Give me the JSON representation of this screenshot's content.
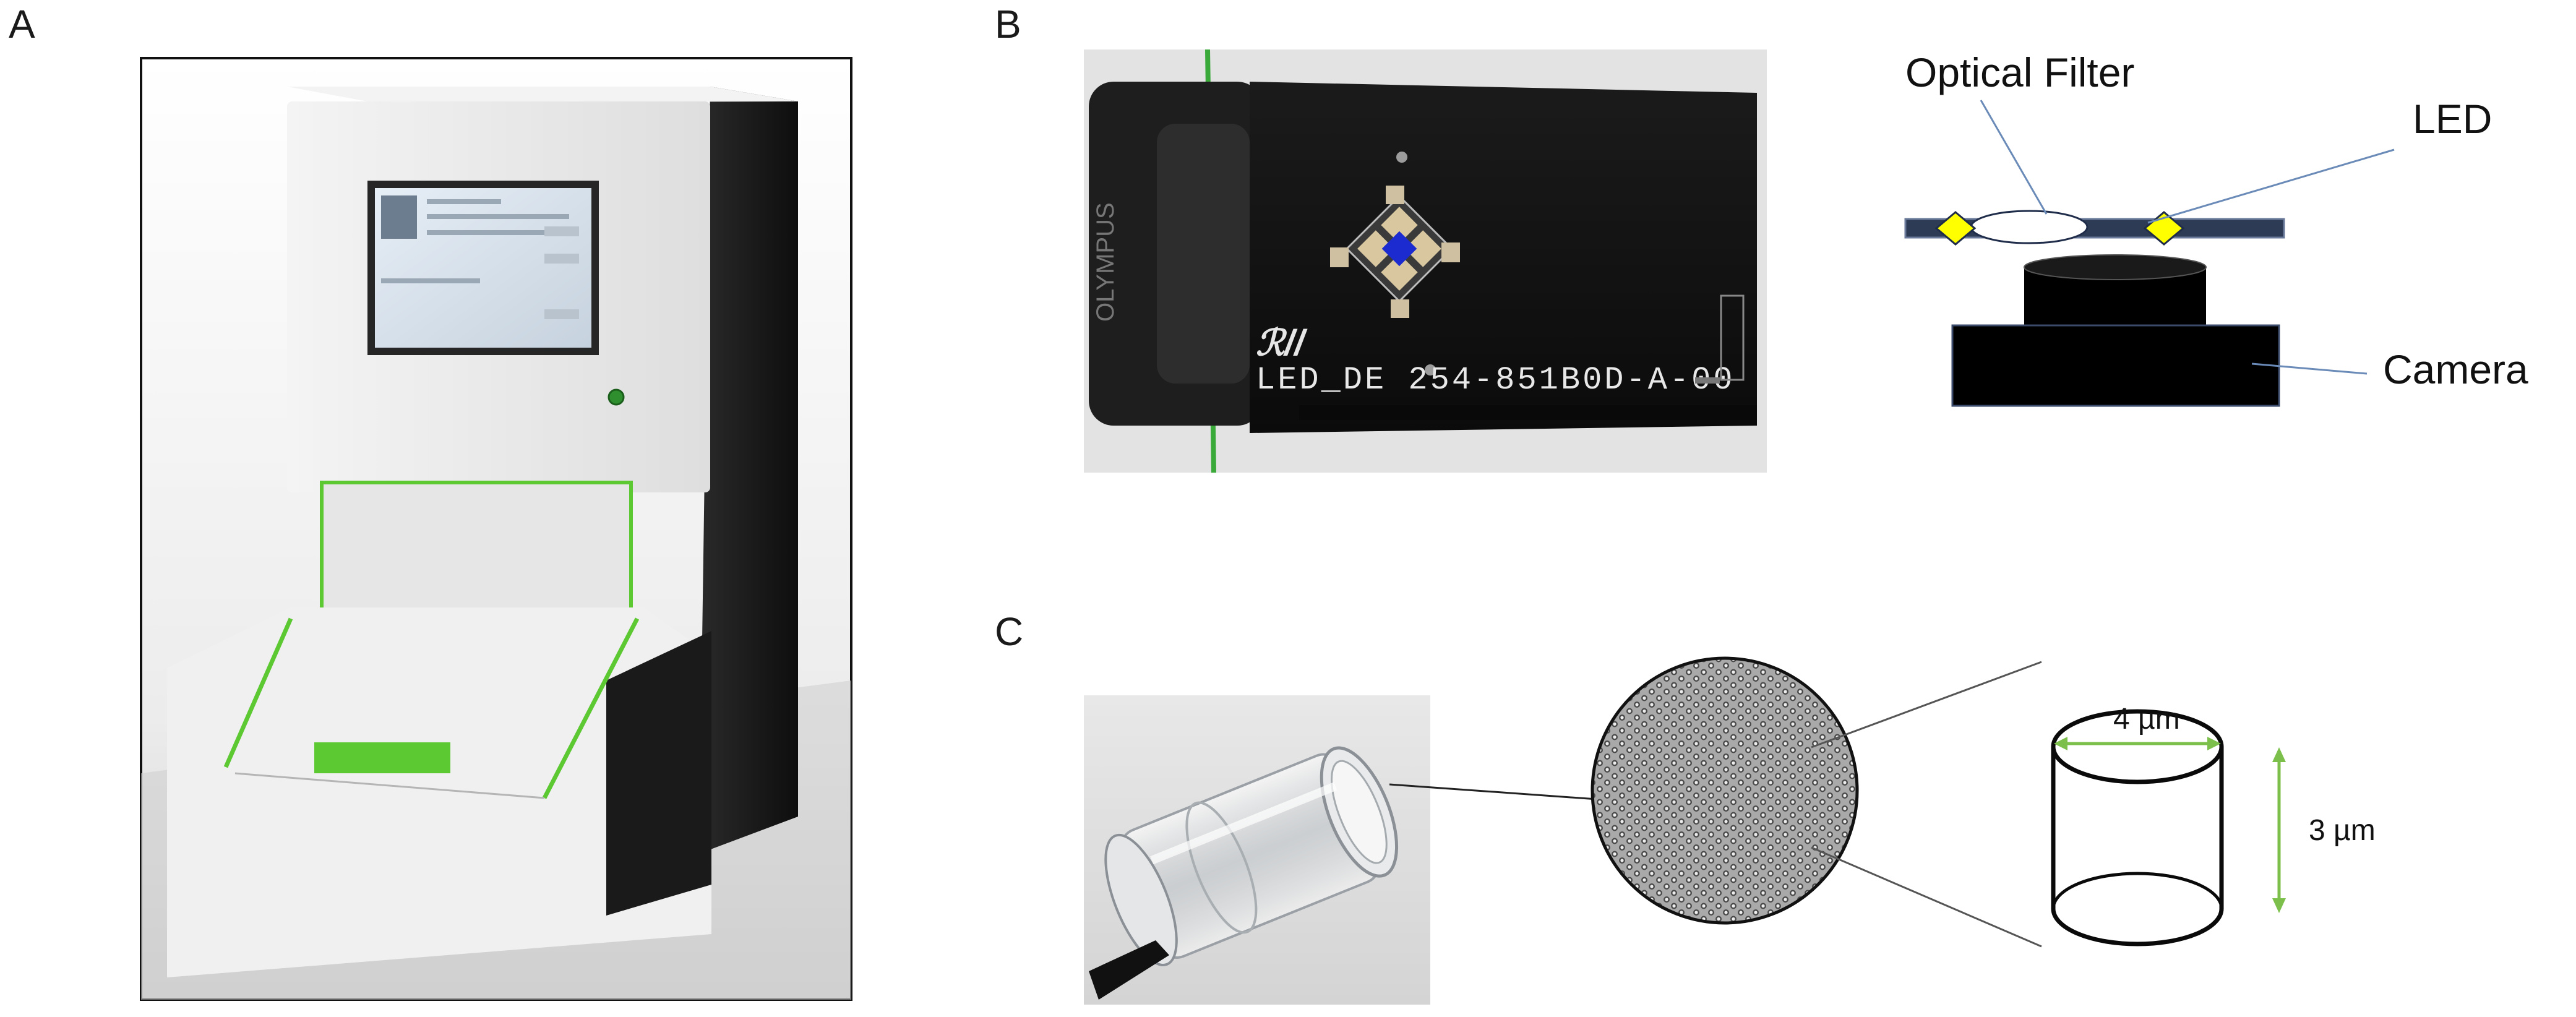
{
  "panels": {
    "a": "A",
    "b": "B",
    "c": "C"
  },
  "photo_led_board": {
    "pcb_text": "LED_DE 254-851B0D-A-00",
    "brand_text": "OLYMPUS"
  },
  "schematic": {
    "optical_filter": "Optical Filter",
    "led": "LED",
    "camera": "Camera"
  },
  "well": {
    "diameter": "4 µm",
    "depth": "3 µm"
  },
  "colors": {
    "led_yellow": "#ffff00",
    "dimension_green": "#7cc04b",
    "device_green": "#5cc832",
    "ink": "#0a0a0a"
  }
}
